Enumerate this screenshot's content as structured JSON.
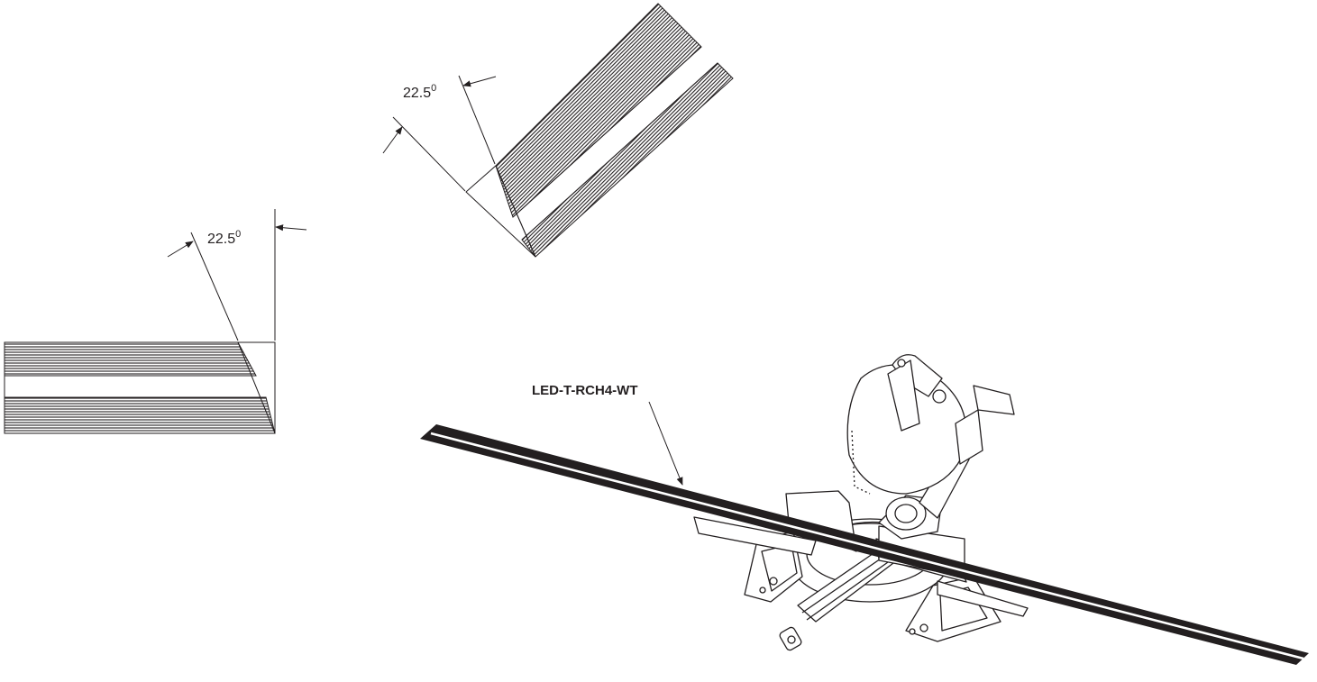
{
  "diagram": {
    "angle_top": {
      "value": "22.5",
      "unit": "0"
    },
    "angle_left": {
      "value": "22.5",
      "unit": "0"
    },
    "callout_label": "LED-T-RCH4-WT",
    "colors": {
      "ink": "#231f20",
      "paper": "#ffffff"
    },
    "icons": [
      "miter-saw-icon"
    ]
  }
}
